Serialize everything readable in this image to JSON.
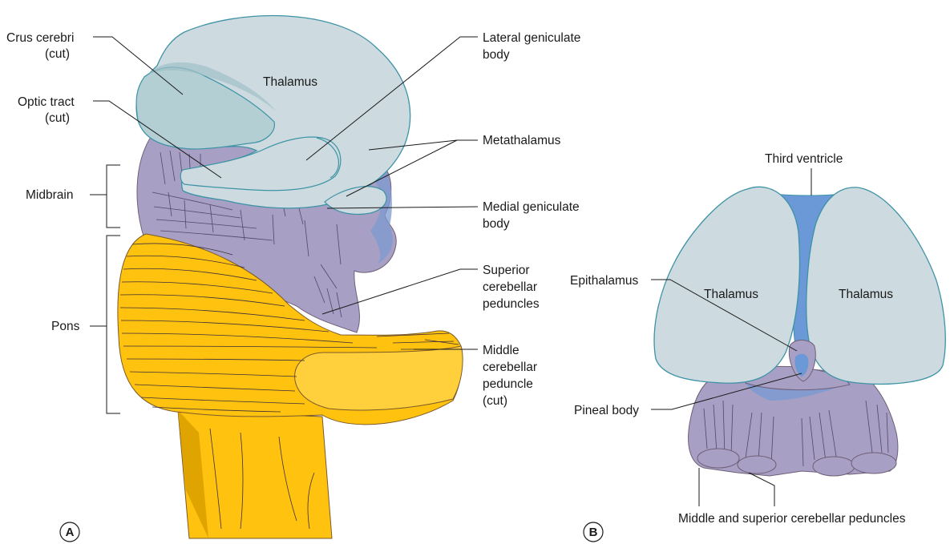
{
  "panel_a": {
    "letter": "A",
    "labels": {
      "crus_cerebri": [
        "Crus cerebri",
        "(cut)"
      ],
      "optic_tract": [
        "Optic tract",
        "(cut)"
      ],
      "midbrain": "Midbrain",
      "pons": "Pons",
      "thalamus": "Thalamus",
      "lateral_geniculate": [
        "Lateral geniculate",
        "body"
      ],
      "metathalamus": "Metathalamus",
      "medial_geniculate": [
        "Medial geniculate",
        "body"
      ],
      "superior_cerebellar": [
        "Superior",
        "cerebellar",
        "peduncles"
      ],
      "middle_cerebellar": [
        "Middle",
        "cerebellar",
        "peduncle",
        "(cut)"
      ]
    }
  },
  "panel_b": {
    "letter": "B",
    "labels": {
      "third_ventricle": "Third ventricle",
      "thalamus_left": "Thalamus",
      "thalamus_right": "Thalamus",
      "epithalamus": "Epithalamus",
      "pineal_body": "Pineal body",
      "peduncles": "Middle and superior cerebellar peduncles"
    }
  },
  "colors": {
    "thalamus_fill": "#cddadf",
    "thalamus_outline": "#3d93a6",
    "midbrain_fill": "#a8a0c4",
    "pons_fill": "#ffc20e",
    "ventricle_blue": "#6b98d6"
  }
}
